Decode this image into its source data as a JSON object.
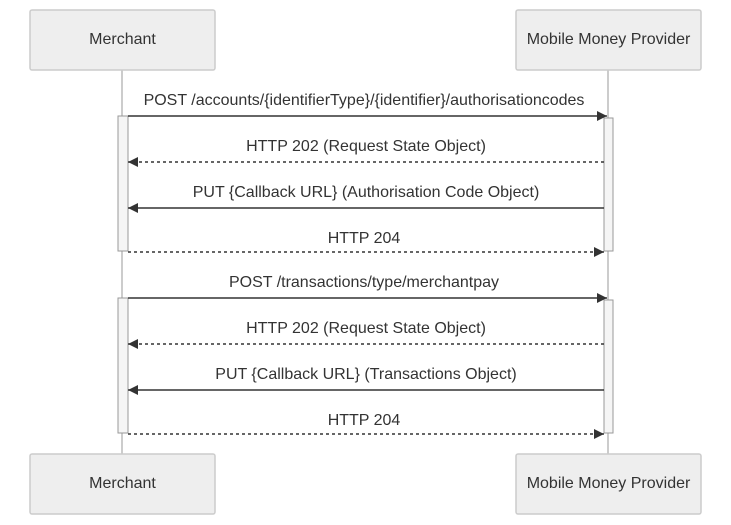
{
  "participants": [
    {
      "id": "merchant",
      "label": "Merchant"
    },
    {
      "id": "provider",
      "label": "Mobile Money Provider"
    }
  ],
  "messages": [
    {
      "label": "POST /accounts/{identifierType}/{identifier}/authorisationcodes",
      "from": "merchant",
      "to": "provider",
      "style": "solid"
    },
    {
      "label": "HTTP 202 (Request State Object)",
      "from": "provider",
      "to": "merchant",
      "style": "dashed"
    },
    {
      "label": "PUT {Callback URL} (Authorisation Code Object)",
      "from": "provider",
      "to": "merchant",
      "style": "solid"
    },
    {
      "label": "HTTP 204",
      "from": "merchant",
      "to": "provider",
      "style": "dashed"
    },
    {
      "label": "POST /transactions/type/merchantpay",
      "from": "merchant",
      "to": "provider",
      "style": "solid"
    },
    {
      "label": "HTTP 202 (Request State Object)",
      "from": "provider",
      "to": "merchant",
      "style": "dashed"
    },
    {
      "label": "PUT {Callback URL} (Transactions Object)",
      "from": "provider",
      "to": "merchant",
      "style": "solid"
    },
    {
      "label": "HTTP 204",
      "from": "merchant",
      "to": "provider",
      "style": "dashed"
    }
  ],
  "colors": {
    "box_fill": "#eeeeee",
    "box_stroke": "#cccccc",
    "lifeline": "#cccccc",
    "activation_fill": "#f5f5f5",
    "activation_stroke": "#999999",
    "arrow": "#333333",
    "text": "#333333"
  }
}
